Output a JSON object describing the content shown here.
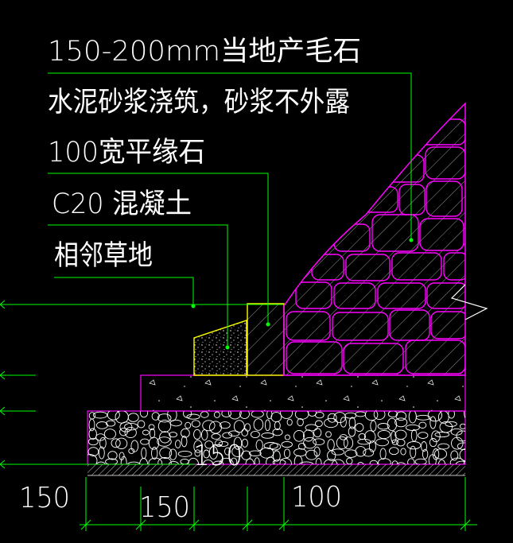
{
  "annotations": [
    "150-200mm当地产毛石",
    "水泥砂浆浇筑，砂浆不外露",
    "100宽平缘石",
    "C20 混凝土",
    "相邻草地"
  ],
  "dimensions": {
    "inner_150": "150",
    "left_150": "150",
    "bottom_150": "150",
    "right_100": "100"
  },
  "colors": {
    "background": "#000000",
    "leader": "#00ff00",
    "stone": "#ff00ff",
    "curb": "#ffff00",
    "text": "#ffffff",
    "hatch": "#ffffff"
  }
}
